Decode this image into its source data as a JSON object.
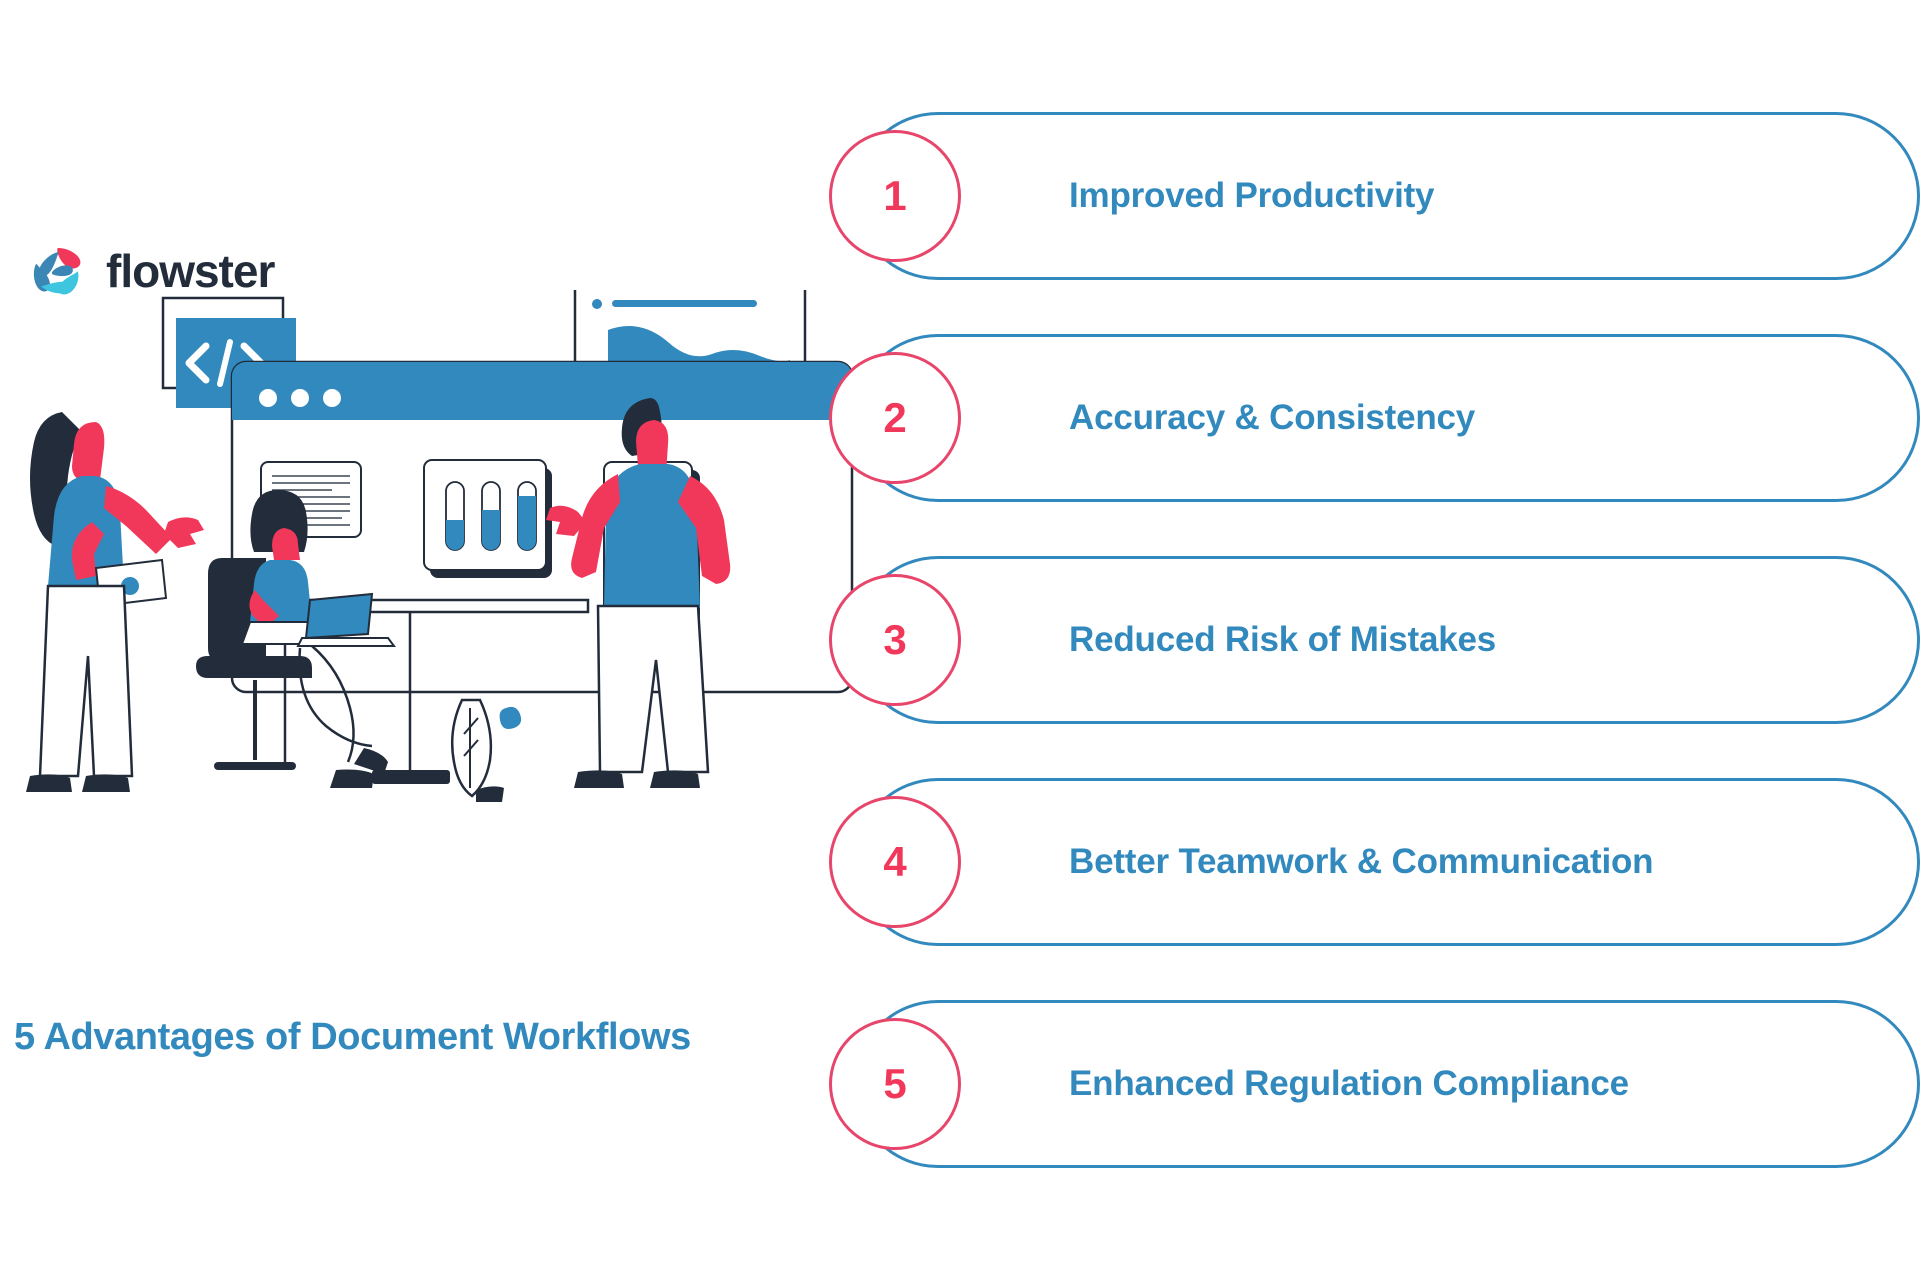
{
  "brand": {
    "logo_icon": "flowster-swirl-logo-icon",
    "name": "flowster",
    "logo_colors": [
      "#3a86b5",
      "#f2385a",
      "#3ec6e0"
    ]
  },
  "page_title": "5 Advantages of Document Workflows",
  "theme": {
    "accent_blue": "#3289bd",
    "accent_pink": "#f2385a",
    "badge_border": "#e8456a",
    "dark_navy": "#232c3b",
    "illustration_blue": "#3289bd",
    "background": "#ffffff"
  },
  "advantages": [
    {
      "number": "1",
      "label": "Improved Productivity"
    },
    {
      "number": "2",
      "label": "Accuracy & Consistency"
    },
    {
      "number": "3",
      "label": "Reduced Risk of Mistakes"
    },
    {
      "number": "4",
      "label": "Better Teamwork & Communication"
    },
    {
      "number": "5",
      "label": "Enhanced Regulation Compliance"
    }
  ],
  "illustration": {
    "name": "team-working-on-document-workflow-illustration",
    "elements": [
      "code-tag-card-icon",
      "browser-window",
      "analytics-chart-popup-card",
      "text-document-card",
      "progress-gauges-card",
      "checklist-card-with-two-checkmarks",
      "woman-standing-with-tablet",
      "woman-seated-at-desk-with-laptop",
      "man-standing-pointing",
      "potted-plant"
    ]
  }
}
